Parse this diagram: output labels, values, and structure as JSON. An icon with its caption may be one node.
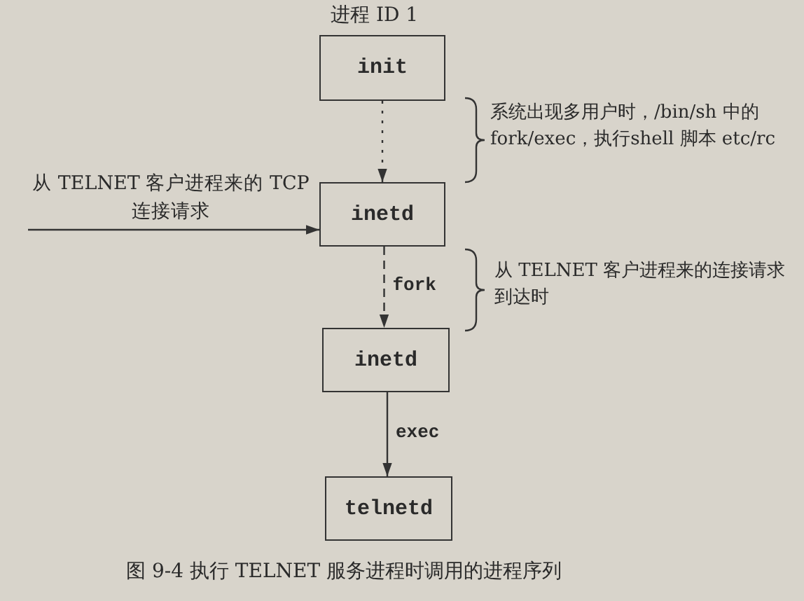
{
  "diagram": {
    "caption": "图 9-4 执行 TELNET 服务进程时调用的进程序列",
    "nodes": [
      {
        "text": [
          "init"
        ],
        "beside": [
          "进程 ID 1"
        ]
      },
      {
        "text": [
          "inetd"
        ]
      },
      {
        "text": [
          "inetd"
        ]
      },
      {
        "text": [
          "telnetd"
        ]
      }
    ],
    "edges": [
      {
        "from": 0,
        "to": 1,
        "arrow": "to",
        "style": "dashed"
      },
      {
        "from": null,
        "to": 1,
        "arrow": "to",
        "label": "从 TELNET 客户进程来的 TCP 连接请求"
      },
      {
        "from": 1,
        "to": 2,
        "arrow": "to",
        "style": "dashed",
        "label": "fork"
      },
      {
        "from": 2,
        "to": 3,
        "arrow": "to",
        "label": "exec"
      }
    ],
    "labels": [
      "系统出现多用户时，/bin/sh 中的 fork/exec，执行shell 脚本 etc/rc",
      "从 TELNET 客户进程来的连接请求到达时"
    ]
  }
}
